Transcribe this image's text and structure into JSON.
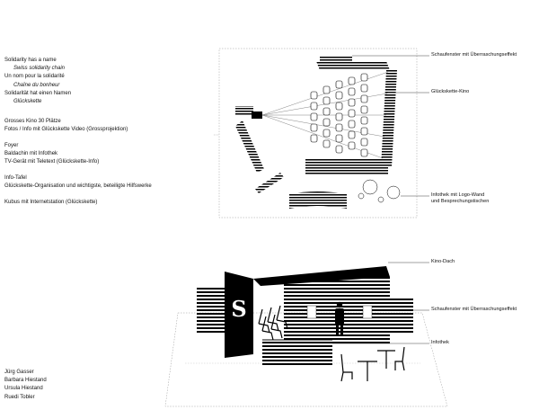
{
  "intro": {
    "line1": "Solidarity has a name",
    "line2": "Swiss solidarity chain",
    "line3": "Un nom pour la solidarité",
    "line4": "Chaîne du bonheur",
    "line5": "Solidarität hat einen Namen",
    "line6": "Glückskette"
  },
  "program": {
    "kino1": "Grosses Kino 30 Plätze",
    "kino2": "Fotos / Info mit Glückskette Video (Grossprojektion)",
    "foyer1": "Foyer",
    "foyer2": "Baldachin mit Infothek",
    "foyer3": "TV-Gerät mit Teletext (Glückskette-Info)",
    "info1": "Info-Tafel",
    "info2": "Glückskette-Organisation und wichtigste, beteiligte Hilfswerke",
    "kubus": "Kubus mit Internetstation (Glückskette)"
  },
  "authors": [
    "Jürg Gasser",
    "Barbara Hiestand",
    "Ursula Hiestand",
    "Ruedi Tobler"
  ],
  "plan_labels": {
    "schaufenster": "Schaufenster mit Überraschungseffekt",
    "kino": "Glückskette-Kino",
    "infothek1": "Infothek mit Logo-Wand",
    "infothek2": "und Besprechungstischen"
  },
  "elevation_labels": {
    "dach": "Kino-Dach",
    "schaufenster": "Schaufenster mit Überraschungseffekt",
    "infothek": "Infothek"
  }
}
